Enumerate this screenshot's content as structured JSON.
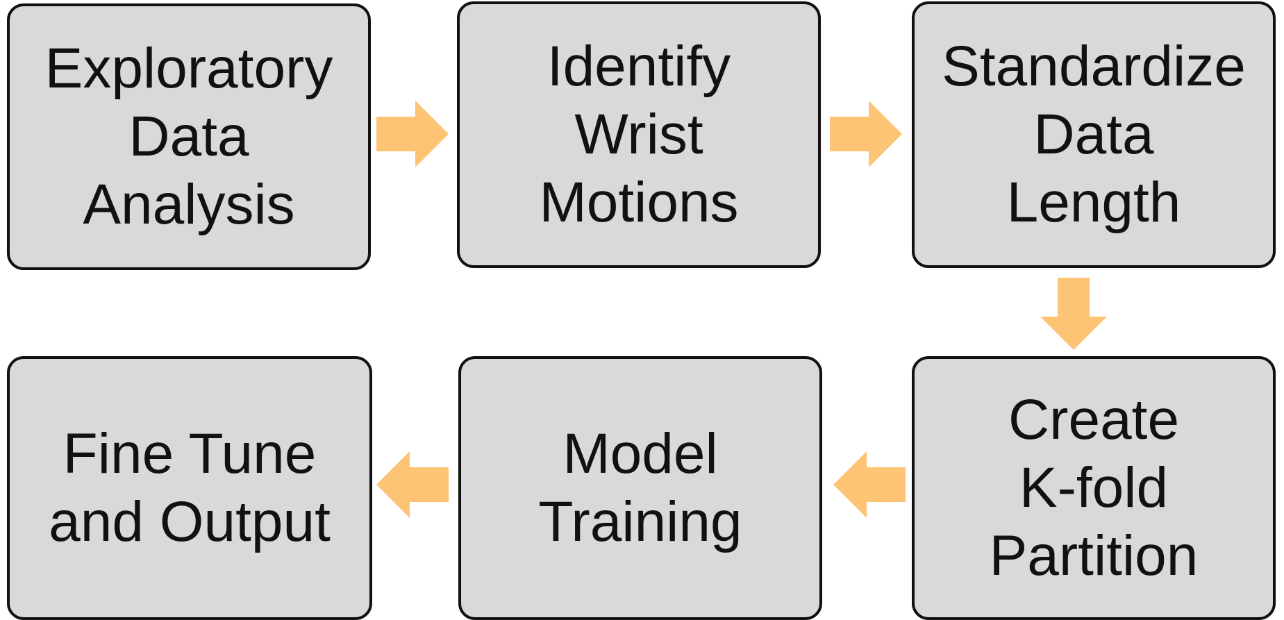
{
  "flow": {
    "arrow_color": "#fdc475",
    "box_fill": "#d9d9d9",
    "box_border": "#111111",
    "steps": [
      {
        "lines": [
          "Exploratory",
          "Data",
          "Analysis"
        ]
      },
      {
        "lines": [
          "Identify",
          "Wrist",
          "Motions"
        ]
      },
      {
        "lines": [
          "Standardize",
          "Data",
          "Length"
        ]
      },
      {
        "lines": [
          "Create",
          "K-fold",
          "Partition"
        ]
      },
      {
        "lines": [
          "Model",
          "Training"
        ]
      },
      {
        "lines": [
          "Fine Tune",
          "and Output"
        ]
      }
    ],
    "arrows": [
      {
        "from": 1,
        "to": 2,
        "direction": "right"
      },
      {
        "from": 2,
        "to": 3,
        "direction": "right"
      },
      {
        "from": 3,
        "to": 4,
        "direction": "down"
      },
      {
        "from": 4,
        "to": 5,
        "direction": "left"
      },
      {
        "from": 5,
        "to": 6,
        "direction": "left"
      }
    ]
  }
}
